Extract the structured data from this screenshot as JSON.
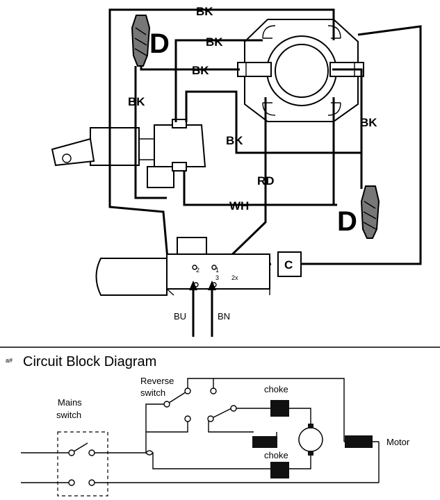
{
  "wiring": {
    "wire_bk_top": "BK",
    "wire_bk_mid1": "BK",
    "wire_bk_mid2": "BK",
    "wire_bk_left": "BK",
    "wire_bk_center": "BK",
    "wire_bk_right": "BK",
    "wire_rd": "RD",
    "wire_wh": "WH",
    "choke_top": "D",
    "choke_bottom": "D",
    "capacitor": "C",
    "input_bu": "BU",
    "input_bn": "BN"
  },
  "block": {
    "section_marker": "a#",
    "title": "Circuit Block Diagram",
    "reverse_line1": "Reverse",
    "reverse_line2": "switch",
    "mains_line1": "Mains",
    "mains_line2": "switch",
    "choke_top": "choke",
    "choke_bottom": "choke",
    "motor": "Motor"
  }
}
